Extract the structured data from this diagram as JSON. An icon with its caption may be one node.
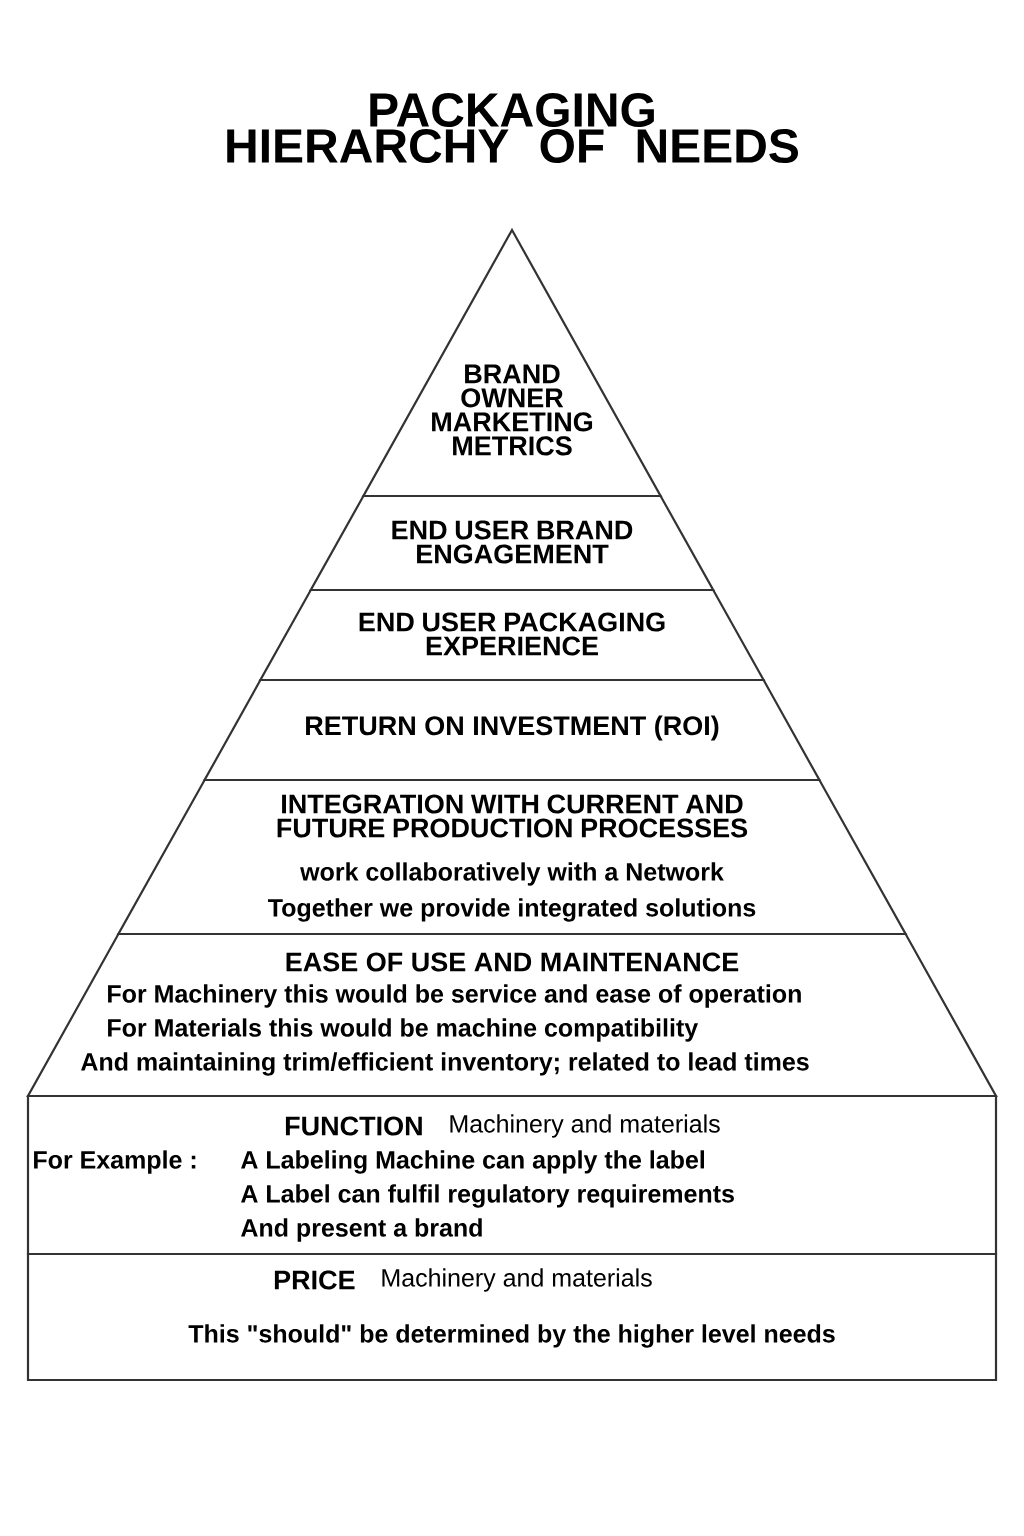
{
  "diagram": {
    "title": "PACKAGING HIERARCHY OF NEEDS",
    "nodes": [
      {
        "text": [
          "BRAND OWNER MARKETING METRICS"
        ]
      },
      {
        "text": [
          "END USER BRAND ENGAGEMENT"
        ]
      },
      {
        "text": [
          "END USER PACKAGING EXPERIENCE"
        ]
      },
      {
        "text": [
          "RETURN ON INVESTMENT (ROI)"
        ]
      },
      {
        "text": [
          "INTEGRATION WITH CURRENT AND FUTURE PRODUCTION PROCESSES",
          "work collaboratively with a Network",
          "Together we provide integrated solutions"
        ]
      },
      {
        "text": [
          "EASE OF USE AND MAINTENANCE",
          "For Machinery this would be service and ease of operation",
          "For Materials this would be machine compatibility",
          "And maintaining trim/efficient inventory; related to lead times"
        ]
      },
      {
        "text": [
          "FUNCTION",
          "Machinery and materials",
          "For Example :",
          "A Labeling Machine can apply the label",
          "A Label can fulfil regulatory requirements",
          "And present a brand"
        ]
      },
      {
        "text": [
          "PRICE",
          "Machinery and materials",
          "This \"should\" be determined by the higher level needs"
        ]
      }
    ],
    "edges": []
  }
}
